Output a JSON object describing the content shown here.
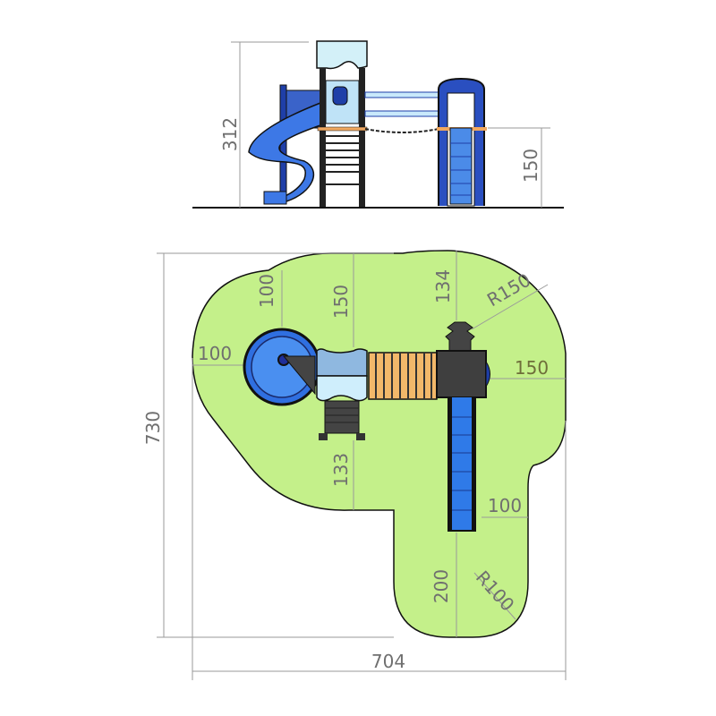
{
  "elevation": {
    "total_height": "312",
    "platform_height": "150"
  },
  "plan": {
    "overall_depth": "730",
    "overall_width": "704",
    "slide_clearance_left": "100",
    "slide_clearance_top": "100",
    "tower_clearance_top": "150",
    "climber_clearance_top": "134",
    "corner_radius_top_right": "R150",
    "tower_clearance_right": "150",
    "ladder_clearance_bottom": "133",
    "slide_clearance_side": "100",
    "slide_exit_clearance": "200",
    "corner_radius_bottom_right": "R100"
  },
  "colors": {
    "safety_zone": "#c4f08a",
    "slide_blue": "#2f6fe0",
    "roof_light": "#cfeefc",
    "deck_wood": "#f2b86a",
    "frame_dark": "#3a3a3a"
  }
}
